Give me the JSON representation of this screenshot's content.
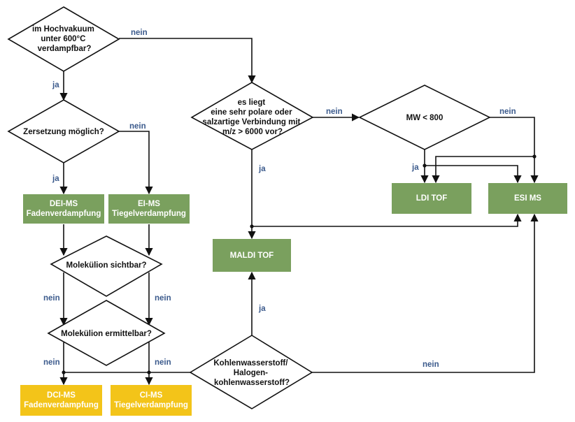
{
  "decisions": {
    "hochvakuum": [
      "im Hochvakuum",
      "unter  600°C",
      "verdampfbar?"
    ],
    "zersetzung": [
      "Zersetzung möglich?"
    ],
    "polar": [
      "es liegt",
      "eine sehr polare oder",
      "salzartige Verbindung mit",
      "m/z > 6000 vor?"
    ],
    "mw": [
      "MW < 800"
    ],
    "molekuelion_sichtbar": [
      "Molekülion sichtbar?"
    ],
    "molekuelion_ermittelbar": [
      "Molekülion ermittelbar?"
    ],
    "kohlenwasserstoff": [
      "Kohlenwasserstoff/",
      "Halogen-",
      "kohlenwasserstoff?"
    ]
  },
  "methods": {
    "dei_ms": "DEI-MS\nFadenverdampfung",
    "ei_ms": "EI-MS\nTiegelverdampfung",
    "ldi_tof": "LDI TOF",
    "esi_ms": "ESI MS",
    "maldi_tof": "MALDI TOF",
    "dci_ms": "DCI-MS\nFadenverdampfung",
    "ci_ms": "CI-MS\nTiegelverdampfung"
  },
  "edge_labels": {
    "ja": "ja",
    "nein": "nein"
  },
  "colors": {
    "method_green": "#7aa05e",
    "method_yellow": "#f3c419",
    "label_blue": "#3b5a8c"
  }
}
